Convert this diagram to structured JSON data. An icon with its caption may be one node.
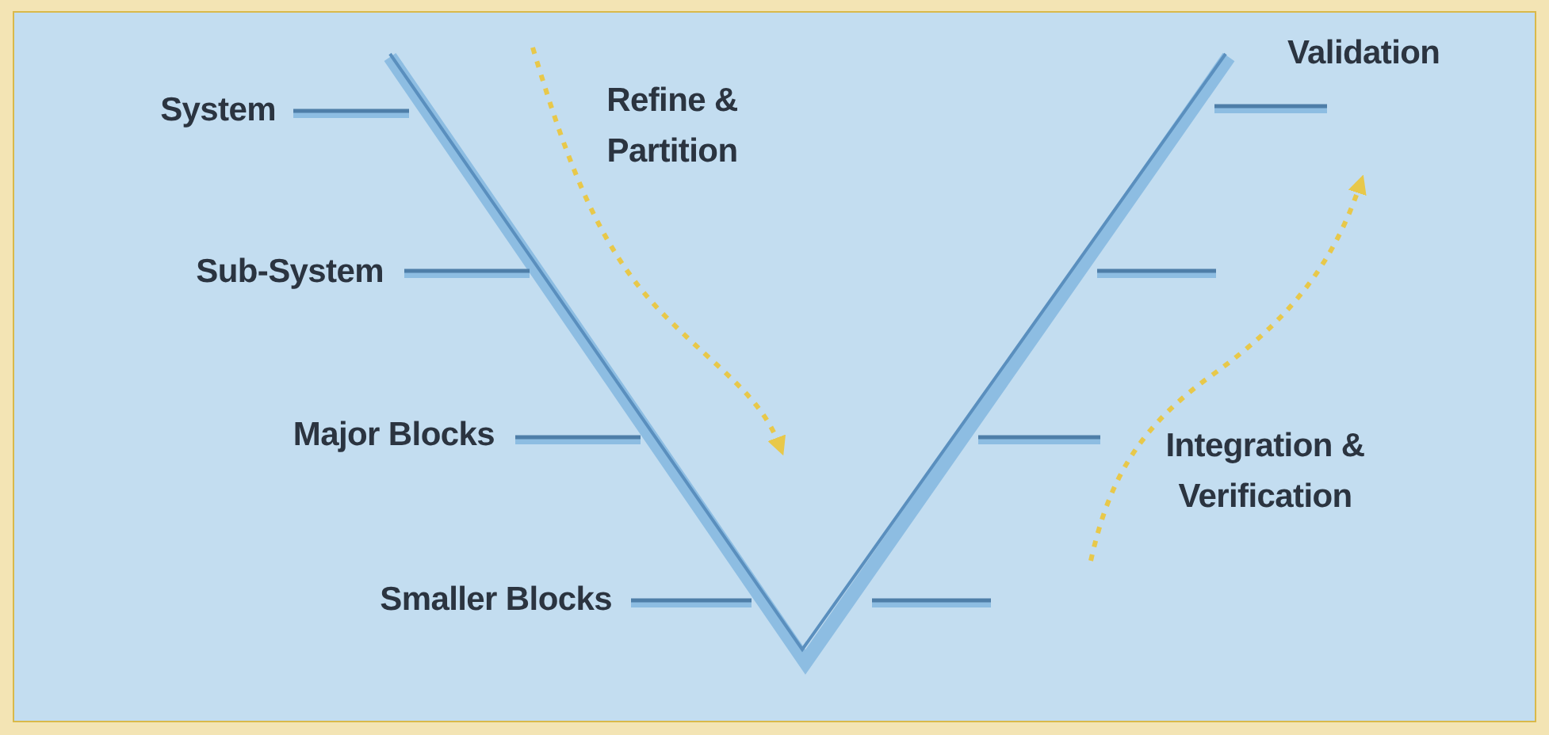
{
  "diagram": {
    "labels": [
      "System",
      "Sub-System",
      "Major Blocks",
      "Smaller Blocks",
      "Refine & Partition",
      "Validation",
      "Integration & Verification"
    ]
  }
}
